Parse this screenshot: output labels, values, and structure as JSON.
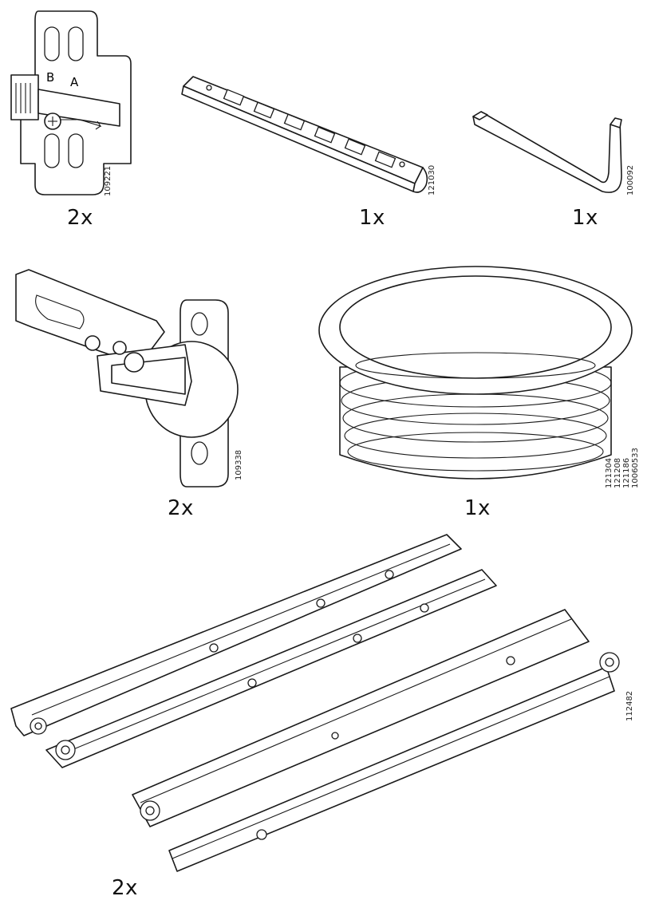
{
  "parts": [
    {
      "id": "plate",
      "quantity": "2x",
      "code": [
        "109221"
      ],
      "letters": [
        "B",
        "A"
      ]
    },
    {
      "id": "shelf-strip",
      "quantity": "1x",
      "code": [
        "121030"
      ]
    },
    {
      "id": "allen-key",
      "quantity": "1x",
      "code": [
        "100092"
      ]
    },
    {
      "id": "hinge",
      "quantity": "2x",
      "code": [
        "109338"
      ]
    },
    {
      "id": "cable-grommet",
      "quantity": "1x",
      "code": [
        "121304",
        "121208",
        "121186",
        "10060533"
      ]
    },
    {
      "id": "drawer-runners",
      "quantity": "2x",
      "code": [
        "112482"
      ]
    }
  ]
}
